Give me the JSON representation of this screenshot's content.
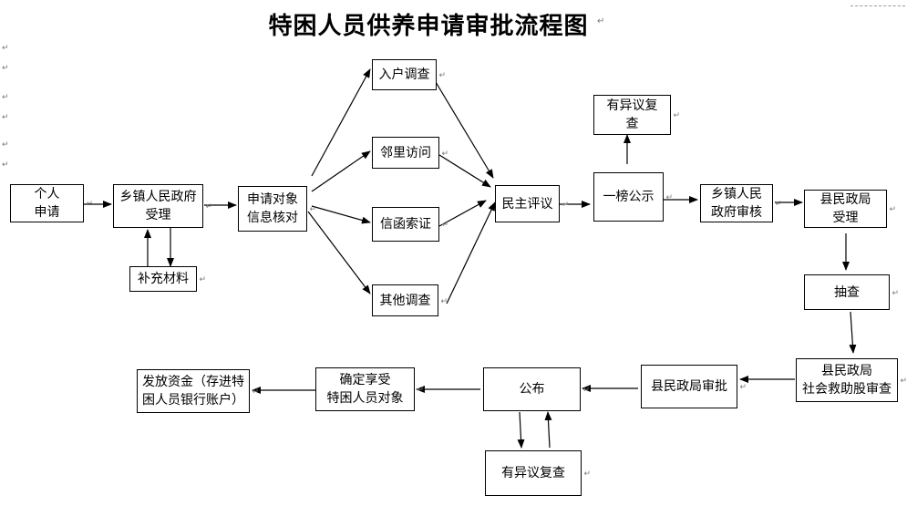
{
  "title": "特困人员供养申请审批流程图",
  "nodes": {
    "apply": "个人\n申请",
    "township_accept": "乡镇人民政府\n受理",
    "supplement": "补充材料",
    "verify": "申请对象\n信息核对",
    "household_survey": "入户调查",
    "neighbor_visit": "邻里访问",
    "letter_evidence": "信函索证",
    "other_survey": "其他调查",
    "democratic_review": "民主评议",
    "first_publicity": "一榜公示",
    "objection_review_top": "有异议复\n查",
    "township_audit": "乡镇人民\n政府审核",
    "county_accept": "县民政局\n受理",
    "spot_check": "抽查",
    "county_relief_review": "县民政局\n社会救助股审查",
    "county_approve": "县民政局审批",
    "announce": "公布",
    "objection_review_bottom": "有异议复查",
    "confirm": "确定享受\n特困人员对象",
    "disburse": "发放资金（存进特\n困人员银行账户）"
  }
}
